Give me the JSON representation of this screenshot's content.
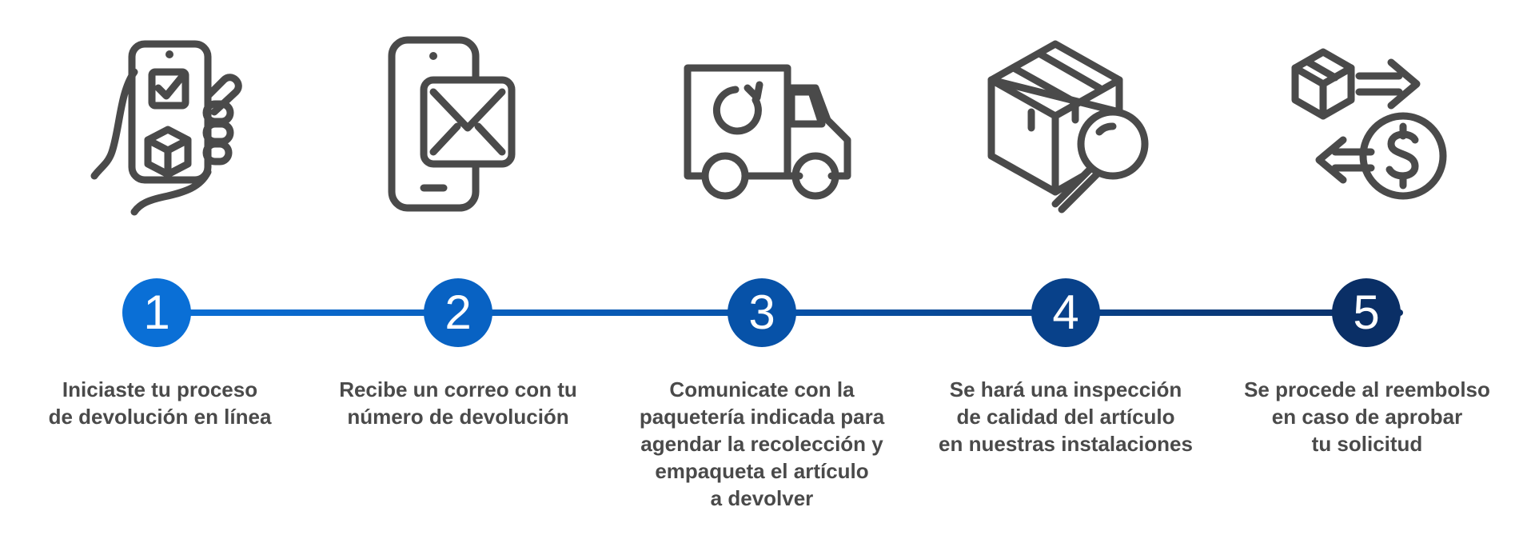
{
  "steps": [
    {
      "number": "1",
      "icon": "phone-checklist-icon",
      "text": "Iniciaste tu proceso\nde devolución en línea",
      "color": "#0a6fd6"
    },
    {
      "number": "2",
      "icon": "phone-mail-icon",
      "text": "Recibe un correo con tu\nnúmero de devolución",
      "color": "#0862c3"
    },
    {
      "number": "3",
      "icon": "delivery-truck-icon",
      "text": "Comunicate con la\npaquetería indicada para\nagendar la recolección y\nempaqueta el artículo\na devolver",
      "color": "#0752a8"
    },
    {
      "number": "4",
      "icon": "box-magnifier-icon",
      "text": "Se hará una inspección\nde calidad del artículo\nen nuestras instalaciones",
      "color": "#08418a"
    },
    {
      "number": "5",
      "icon": "box-refund-icon",
      "text": "Se procede al reembolso\nen caso de aprobar\ntu solicitud",
      "color": "#0a2f66"
    }
  ]
}
